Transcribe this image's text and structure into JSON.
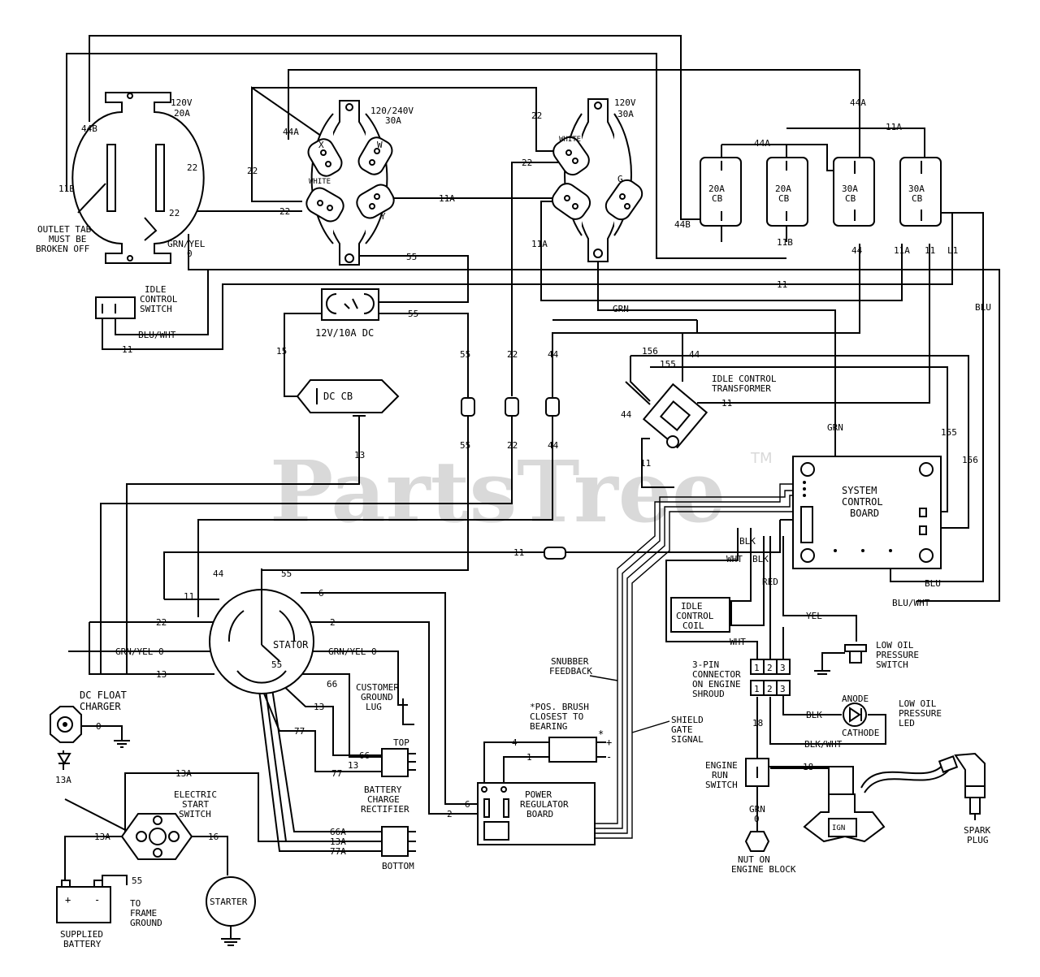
{
  "watermark": {
    "text": "PartsTree",
    "tm": "TM"
  },
  "components": {
    "outlet_120v_20a": [
      "120V",
      "20A"
    ],
    "outlet_tab_note": [
      "OUTLET TAB",
      "MUST BE",
      "BROKEN OFF"
    ],
    "outlet_120_240v": [
      "120/240V",
      "30A"
    ],
    "outlet_120v_30a": [
      "120V",
      "30A"
    ],
    "outlet_pin_labels": {
      "x": "X",
      "white": "WHITE",
      "y": "Y",
      "g": "G",
      "w": "W"
    },
    "breakers": [
      {
        "amps": "20A",
        "label": "CB"
      },
      {
        "amps": "20A",
        "label": "CB"
      },
      {
        "amps": "30A",
        "label": "CB"
      },
      {
        "amps": "30A",
        "label": "CB"
      }
    ],
    "idle_control_switch": [
      "IDLE",
      "CONTROL",
      "SWITCH"
    ],
    "dc_receptacle": "12V/10A DC",
    "dc_cb": "DC CB",
    "idle_control_transformer": [
      "IDLE CONTROL",
      "TRANSFORMER"
    ],
    "system_control_board": [
      "SYSTEM",
      "CONTROL",
      "BOARD"
    ],
    "stator": "STATOR",
    "customer_ground_lug": [
      "CUSTOMER",
      "GROUND",
      "LUG"
    ],
    "dc_float_charger": [
      "DC FLOAT",
      "CHARGER"
    ],
    "electric_start_switch": [
      "ELECTRIC",
      "START",
      "SWITCH"
    ],
    "supplied_battery": [
      "SUPPLIED",
      "BATTERY"
    ],
    "battery_terminals": {
      "pos": "+",
      "neg": "-"
    },
    "to_frame_ground": [
      "TO",
      "FRAME",
      "GROUND"
    ],
    "starter": "STARTER",
    "rectifier_top": "TOP",
    "rectifier_bottom": "BOTTOM",
    "battery_charge_rectifier": [
      "BATTERY",
      "CHARGE",
      "RECTIFIER"
    ],
    "snubber_feedback": [
      "SNUBBER",
      "FEEDBACK"
    ],
    "brush_note": [
      "*POS. BRUSH",
      "CLOSEST TO",
      "BEARING"
    ],
    "brush_signs": {
      "star": "*",
      "plus": "+",
      "minus": "-"
    },
    "shield_gate_signal": [
      "SHIELD",
      "GATE",
      "SIGNAL"
    ],
    "power_regulator_board": [
      "POWER",
      "REGULATOR",
      "BOARD"
    ],
    "idle_control_coil": [
      "IDLE",
      "CONTROL",
      "COIL"
    ],
    "pin_connector": [
      "3-PIN",
      "CONNECTOR",
      "ON ENGINE",
      "SHROUD"
    ],
    "connector_pins": [
      "1",
      "2",
      "3"
    ],
    "low_oil_pressure_switch": [
      "LOW OIL",
      "PRESSURE",
      "SWITCH"
    ],
    "anode": "ANODE",
    "cathode": "CATHODE",
    "low_oil_pressure_led": [
      "LOW OIL",
      "PRESSURE",
      "LED"
    ],
    "engine_run_switch": [
      "ENGINE",
      "RUN",
      "SWITCH"
    ],
    "nut_on_engine_block": [
      "NUT ON",
      "ENGINE BLOCK"
    ],
    "ign": "IGN",
    "spark_plug": [
      "SPARK",
      "PLUG"
    ]
  },
  "wire_labels": {
    "w44b_top": "44B",
    "w11b_left": "11B",
    "w22_out1": "22",
    "w22_out1b": "22",
    "w_grnyel_out": "GRN/YEL",
    "w0_out": "0",
    "w44a_mid": "44A",
    "w22_left": "22",
    "w22_mid": "22",
    "w22_top": "22",
    "w22_mid2": "22",
    "w11a_mid": "11A",
    "w55_top": "55",
    "w11a_left2": "11A",
    "w44a_right": "44A",
    "w44a_cb": "44A",
    "w11a_top": "11A",
    "w44b_cb": "44B",
    "w11b_cb": "11B",
    "w44_cb": "44",
    "w11a_cb": "11A",
    "w11_cb": "11",
    "w_l1": "L1",
    "w11_long": "11",
    "w11_switch": "11",
    "w_blu_wht": "BLU/WHT",
    "w_grn": "GRN",
    "w55_dc": "55",
    "w15": "15",
    "w_blu": "BLU",
    "w55_c": "55",
    "w22_c": "22",
    "w44_c": "44",
    "w55_c2": "55",
    "w22_c2": "22",
    "w44_c2": "44",
    "w156": "156",
    "w155": "155",
    "w44_tr": "44",
    "w11_tr": "11",
    "w44_tr2": "44",
    "w11_tr2": "11",
    "w_grn2": "GRN",
    "w155_r": "155",
    "w156_r": "156",
    "w13_dc": "13",
    "w11_conn": "11",
    "w44_st": "44",
    "w55_st": "55",
    "w11_st": "11",
    "w6_st": "6",
    "w22_st": "22",
    "w2_st": "2",
    "w_grnyel_st": "GRN/YEL 0",
    "w_grnyel_st2": "GRN/YEL 0",
    "w13_st": "13",
    "w55_st2": "55",
    "w66_st": "66",
    "w13_st2": "13",
    "w77_st": "77",
    "w66_rt": "66",
    "w13_rt": "13",
    "w77_rt": "77",
    "w66a": "66A",
    "w13a_rb": "13A",
    "w77a": "77A",
    "w13a_top": "13A",
    "w13a_left": "13A",
    "w13a_ch": "13A",
    "w16_es": "16",
    "w55_bat": "55",
    "w0_ch": "0",
    "w4": "4",
    "w1": "1",
    "w6_pr": "6",
    "w2_pr": "2",
    "w_blk": "BLK",
    "w_wht": "WHT",
    "w_blk2": "BLK",
    "w_red": "RED",
    "w_blu2": "BLU",
    "w_blu_wht2": "BLU/WHT",
    "w_yel": "YEL",
    "w_wht2": "WHT",
    "w_blk_led": "BLK",
    "w_blk_wht": "BLK/WHT",
    "w18": "18",
    "w18b": "18",
    "w_grn_nut": "GRN",
    "w0_nut": "0"
  }
}
